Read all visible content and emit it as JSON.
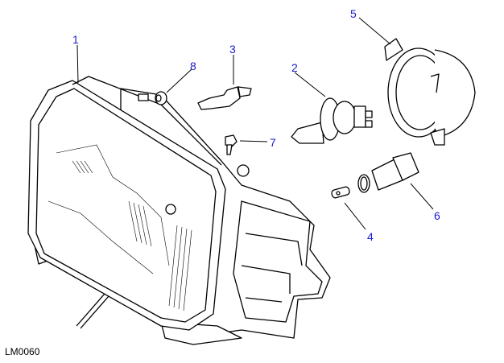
{
  "diagram": {
    "reference": "LM0060",
    "callouts": [
      "1",
      "2",
      "3",
      "4",
      "5",
      "6",
      "7",
      "8"
    ]
  },
  "colors": {
    "callout": "#1a1acc",
    "line": "#000000"
  }
}
